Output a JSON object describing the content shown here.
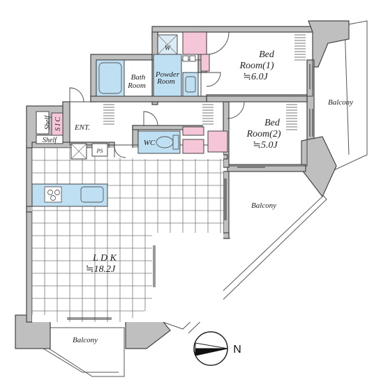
{
  "rooms": {
    "bed1": {
      "line1": "Bed",
      "line2": "Room(1)",
      "area": "≒6.0J"
    },
    "bed2": {
      "line1": "Bed",
      "line2": "Room(2)",
      "area": "≒5.0J"
    },
    "ldk": {
      "name": "L D K",
      "area": "≒18.2J"
    },
    "bath": {
      "line1": "Bath",
      "line2": "Room"
    },
    "powder": {
      "line1": "Powder",
      "line2": "Room"
    },
    "wc": "WC",
    "entrance": "ENT.",
    "sic": "S I C",
    "shelf_top": "Shelf",
    "shelf_bottom": "Shelf",
    "washer": "W",
    "ps": "PS"
  },
  "balconies": {
    "east": "Balcony",
    "middle": "Balcony",
    "south": "Balcony"
  },
  "compass": {
    "label": "N",
    "direction": "east"
  },
  "colors": {
    "wet_fixture": "#bfe0f3",
    "storage": "#f4c6d7",
    "wall": "#bfbfbf"
  }
}
